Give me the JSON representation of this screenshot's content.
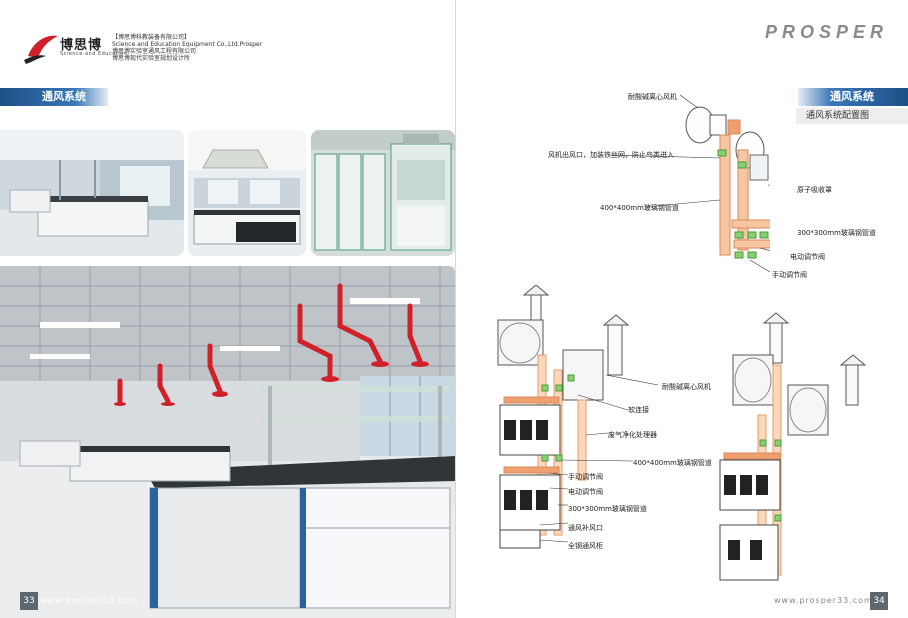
{
  "header": {
    "logo_brand": "博思博",
    "logo_subline": "Science and Education",
    "company_lines": [
      "【博思博科教装备有限公司】",
      "Science and Education Equipment Co.,Ltd.Prosper",
      "博思博实验室通风工程有限公司",
      "博思博现代实验室规划设计所"
    ],
    "brand_right": "PROSPER"
  },
  "left_page": {
    "section_title": "通风系统",
    "page_number": "33",
    "url": "www.prosper33.com"
  },
  "right_page": {
    "section_title": "通风系统",
    "section_subtitle": "通风系统配置图",
    "page_number": "34",
    "url": "www.prosper33.com"
  },
  "diagram_top_labels": {
    "fan": "耐酸碱离心风机",
    "outlet": "风机出风口，加装铁丝网，防止鸟类进入",
    "duct_400": "400*400mm玻璃钢管道",
    "hood": "原子吸收罩",
    "duct_300": "300*300mm玻璃钢管道",
    "electric_valve": "电动调节阀",
    "manual_valve": "手动调节阀"
  },
  "diagram_bottom_labels": {
    "fan": "耐酸碱离心风机",
    "soft_joint": "软连接",
    "purifier": "废气净化处理器",
    "duct_400": "400*400mm玻璃钢管道",
    "manual_valve": "手动调节阀",
    "electric_valve": "电动调节阀",
    "duct_300": "300*300mm玻璃钢管道",
    "air_inlet": "通风补风口",
    "fume_hood": "全钢通风柜"
  },
  "colors": {
    "section_bar": "#2a62a0",
    "page_number_bg": "#5d6770",
    "duct_orange": "#f0a070",
    "valve_green": "#88d070"
  }
}
